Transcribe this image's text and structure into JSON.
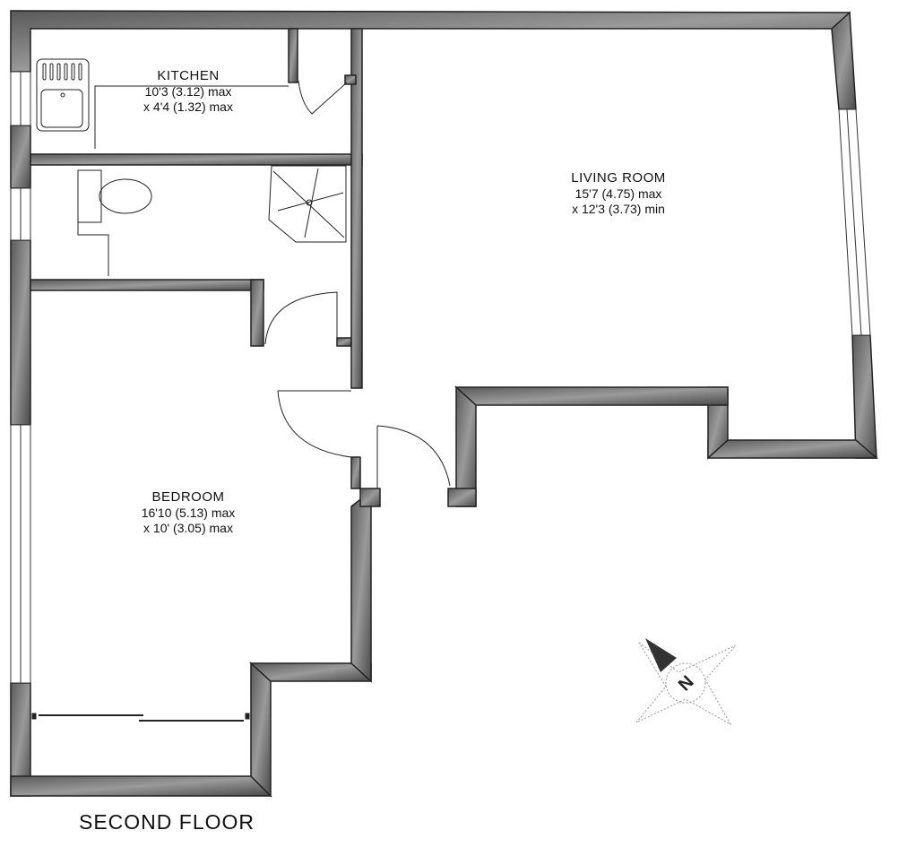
{
  "floor": {
    "title": "SECOND FLOOR"
  },
  "rooms": {
    "kitchen": {
      "name": "KITCHEN",
      "dim1": "10'3 (3.12) max",
      "dim2": "x 4'4 (1.32) max"
    },
    "living_room": {
      "name": "LIVING ROOM",
      "dim1": "15'7 (4.75) max",
      "dim2": "x 12'3 (3.73) min"
    },
    "bedroom": {
      "name": "BEDROOM",
      "dim1": "16'10 (5.13) max",
      "dim2": "x 10' (3.05) max"
    }
  },
  "fixtures": [
    "sink",
    "toilet",
    "shower",
    "wardrobe-sliding-doors",
    "closet"
  ],
  "compass": {
    "label": "N"
  },
  "colors": {
    "wall": "#3a3a3a",
    "wall_fill": "#8a8a8a",
    "background": "#ffffff",
    "line": "#222222"
  }
}
